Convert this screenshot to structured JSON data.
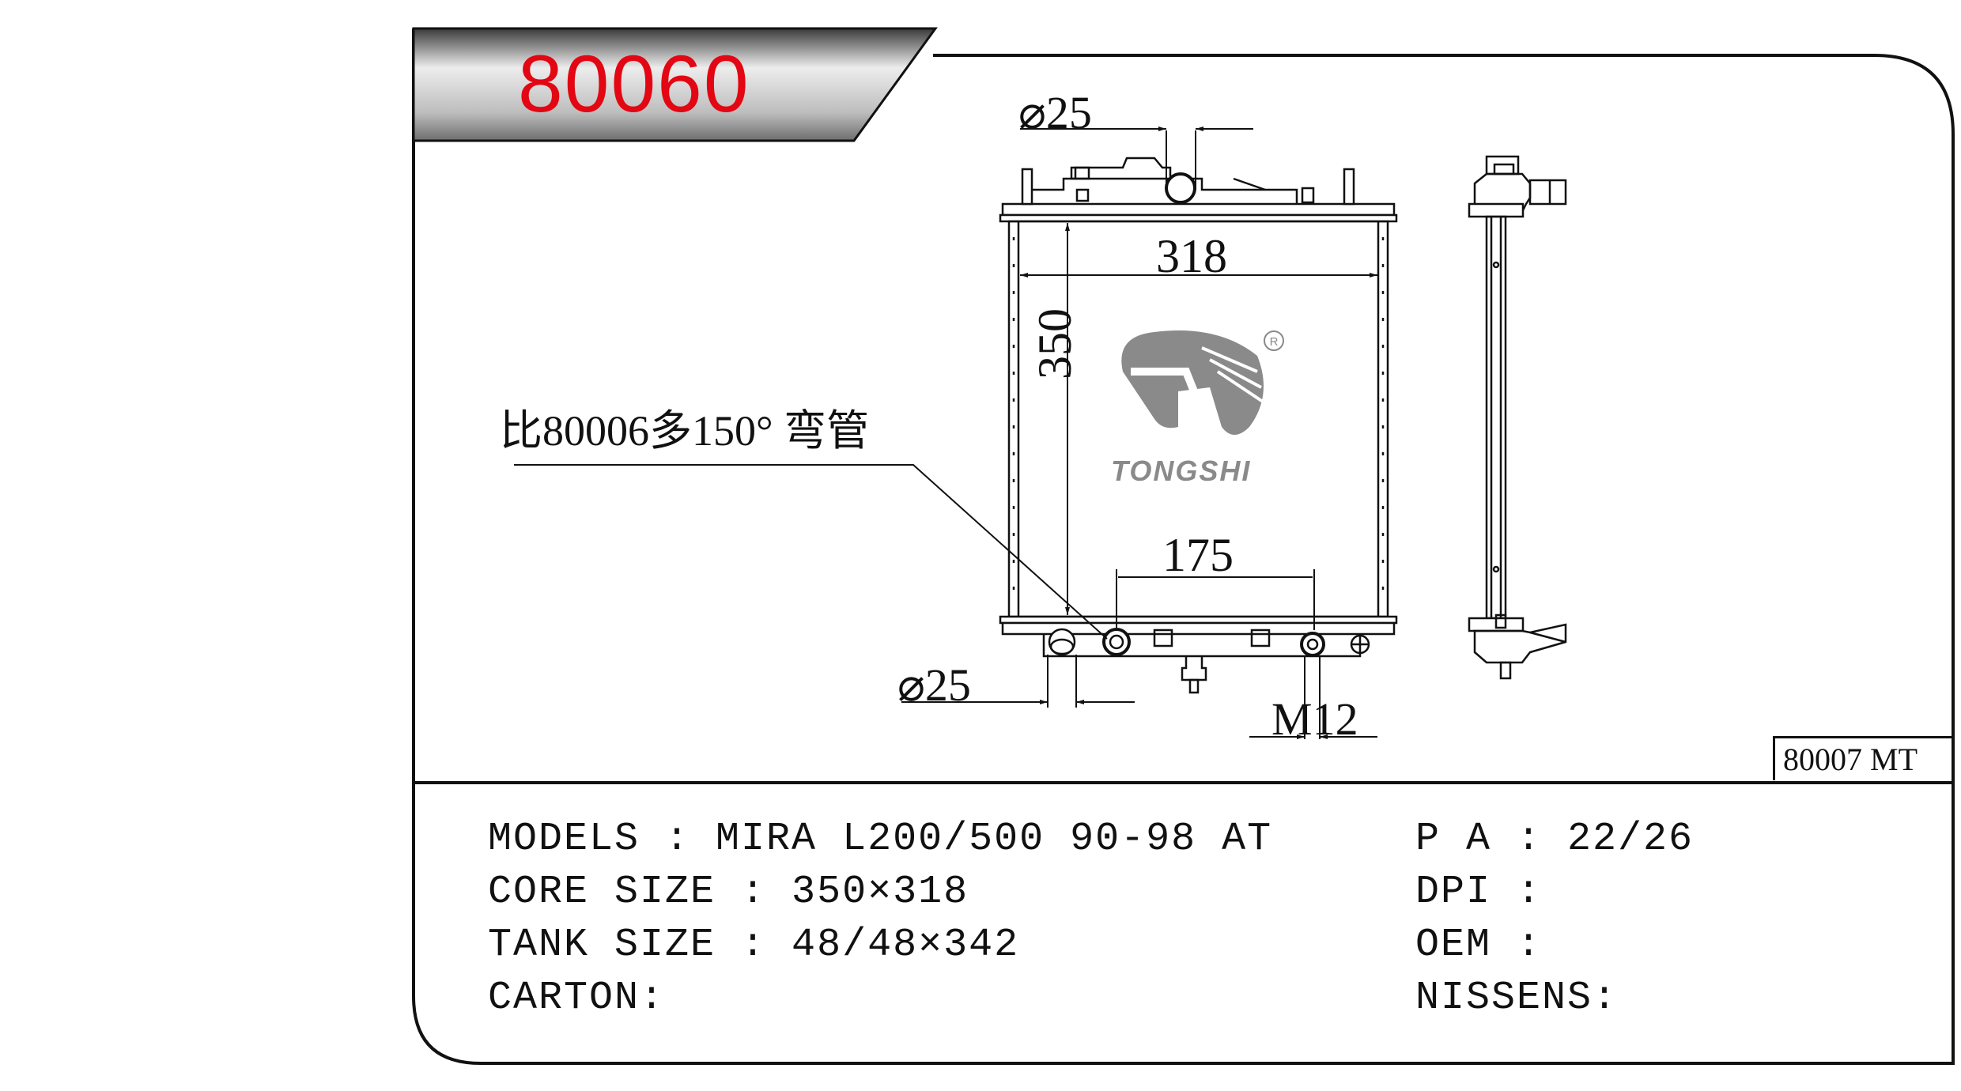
{
  "part_number": "80060",
  "reference": "80007 MT",
  "brand": "TONGSHI",
  "drawing": {
    "dim_inlet_top": "⌀25",
    "dim_width": "318",
    "dim_height": "350",
    "dim_spacing": "175",
    "dim_outlet_bottom": "⌀25",
    "dim_drain": "M12",
    "note": "比80006多150° 弯管"
  },
  "specs": {
    "models": "MODELS : MIRA L200/500 90-98 AT",
    "core_size": "CORE SIZE : 350×318",
    "tank_size": "TANK SIZE : 48/48×342",
    "carton": "CARTON:",
    "pa": "P A : 22/26",
    "dpi": "DPI :",
    "oem": "OEM :",
    "nissens": "NISSENS:"
  },
  "colors": {
    "part_number": "#e30613",
    "logo": "#8a8a8a",
    "line": "#111111"
  }
}
